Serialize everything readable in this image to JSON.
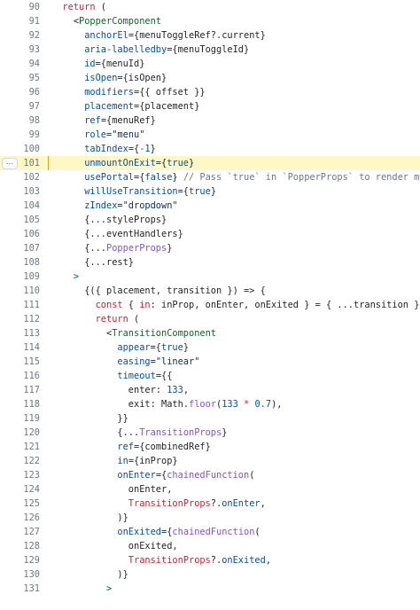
{
  "code_view": {
    "highlighted_line": 101,
    "expander_label": "...",
    "lines": [
      {
        "n": "90",
        "indent": 2,
        "tokens": [
          {
            "t": "return",
            "c": "kw"
          },
          {
            "t": " (",
            "c": "plain"
          }
        ]
      },
      {
        "n": "91",
        "indent": 4,
        "tokens": [
          {
            "t": "<",
            "c": "plain"
          },
          {
            "t": "PopperComponent",
            "c": "tag"
          }
        ]
      },
      {
        "n": "92",
        "indent": 6,
        "tokens": [
          {
            "t": "anchorEl",
            "c": "attr"
          },
          {
            "t": "={menuToggleRef?.current}",
            "c": "plain"
          }
        ]
      },
      {
        "n": "93",
        "indent": 6,
        "tokens": [
          {
            "t": "aria-labelledby",
            "c": "attr"
          },
          {
            "t": "={menuToggleId}",
            "c": "plain"
          }
        ]
      },
      {
        "n": "94",
        "indent": 6,
        "tokens": [
          {
            "t": "id",
            "c": "attr"
          },
          {
            "t": "={menuId}",
            "c": "plain"
          }
        ]
      },
      {
        "n": "95",
        "indent": 6,
        "tokens": [
          {
            "t": "isOpen",
            "c": "attr"
          },
          {
            "t": "={isOpen}",
            "c": "plain"
          }
        ]
      },
      {
        "n": "96",
        "indent": 6,
        "tokens": [
          {
            "t": "modifiers",
            "c": "attr"
          },
          {
            "t": "={{ offset }}",
            "c": "plain"
          }
        ]
      },
      {
        "n": "97",
        "indent": 6,
        "tokens": [
          {
            "t": "placement",
            "c": "attr"
          },
          {
            "t": "={placement}",
            "c": "plain"
          }
        ]
      },
      {
        "n": "98",
        "indent": 6,
        "tokens": [
          {
            "t": "ref",
            "c": "attr"
          },
          {
            "t": "={menuRef}",
            "c": "plain"
          }
        ]
      },
      {
        "n": "99",
        "indent": 6,
        "tokens": [
          {
            "t": "role",
            "c": "attr"
          },
          {
            "t": "=",
            "c": "plain"
          },
          {
            "t": "\"menu\"",
            "c": "str"
          }
        ]
      },
      {
        "n": "100",
        "indent": 6,
        "tokens": [
          {
            "t": "tabIndex",
            "c": "attr"
          },
          {
            "t": "={",
            "c": "plain"
          },
          {
            "t": "-1",
            "c": "num"
          },
          {
            "t": "}",
            "c": "plain"
          }
        ]
      },
      {
        "n": "101",
        "indent": 6,
        "tokens": [
          {
            "t": "unmountOnExit",
            "c": "attr"
          },
          {
            "t": "={",
            "c": "plain"
          },
          {
            "t": "true",
            "c": "num"
          },
          {
            "t": "}",
            "c": "plain"
          }
        ]
      },
      {
        "n": "102",
        "indent": 6,
        "tokens": [
          {
            "t": "usePortal",
            "c": "attr"
          },
          {
            "t": "={",
            "c": "plain"
          },
          {
            "t": "false",
            "c": "num"
          },
          {
            "t": "} ",
            "c": "plain"
          },
          {
            "t": "// Pass `true` in `PopperProps` to render menu",
            "c": "com"
          }
        ]
      },
      {
        "n": "103",
        "indent": 6,
        "tokens": [
          {
            "t": "willUseTransition",
            "c": "attr"
          },
          {
            "t": "={",
            "c": "plain"
          },
          {
            "t": "true",
            "c": "num"
          },
          {
            "t": "}",
            "c": "plain"
          }
        ]
      },
      {
        "n": "104",
        "indent": 6,
        "tokens": [
          {
            "t": "zIndex",
            "c": "attr"
          },
          {
            "t": "=",
            "c": "plain"
          },
          {
            "t": "\"dropdown\"",
            "c": "str"
          }
        ]
      },
      {
        "n": "105",
        "indent": 6,
        "tokens": [
          {
            "t": "{...styleProps}",
            "c": "plain"
          }
        ]
      },
      {
        "n": "106",
        "indent": 6,
        "tokens": [
          {
            "t": "{...eventHandlers}",
            "c": "plain"
          }
        ]
      },
      {
        "n": "107",
        "indent": 6,
        "tokens": [
          {
            "t": "{...",
            "c": "plain"
          },
          {
            "t": "PopperProps",
            "c": "comp"
          },
          {
            "t": "}",
            "c": "plain"
          }
        ]
      },
      {
        "n": "108",
        "indent": 6,
        "tokens": [
          {
            "t": "{...rest}",
            "c": "plain"
          }
        ]
      },
      {
        "n": "109",
        "indent": 4,
        "tokens": [
          {
            "t": ">",
            "c": "attr"
          }
        ]
      },
      {
        "n": "110",
        "indent": 6,
        "tokens": [
          {
            "t": "{({ placement, transition }) => {",
            "c": "plain"
          }
        ]
      },
      {
        "n": "111",
        "indent": 8,
        "tokens": [
          {
            "t": "const",
            "c": "kw"
          },
          {
            "t": " { ",
            "c": "plain"
          },
          {
            "t": "in",
            "c": "kw"
          },
          {
            "t": ": inProp, onEnter, onExited } = { ...transition };",
            "c": "plain"
          }
        ]
      },
      {
        "n": "112",
        "indent": 8,
        "tokens": [
          {
            "t": "return",
            "c": "kw"
          },
          {
            "t": " (",
            "c": "plain"
          }
        ]
      },
      {
        "n": "113",
        "indent": 10,
        "tokens": [
          {
            "t": "<",
            "c": "plain"
          },
          {
            "t": "TransitionComponent",
            "c": "tag"
          }
        ]
      },
      {
        "n": "114",
        "indent": 12,
        "tokens": [
          {
            "t": "appear",
            "c": "attr"
          },
          {
            "t": "={",
            "c": "plain"
          },
          {
            "t": "true",
            "c": "num"
          },
          {
            "t": "}",
            "c": "plain"
          }
        ]
      },
      {
        "n": "115",
        "indent": 12,
        "tokens": [
          {
            "t": "easing",
            "c": "attr"
          },
          {
            "t": "=",
            "c": "plain"
          },
          {
            "t": "\"linear\"",
            "c": "str"
          }
        ]
      },
      {
        "n": "116",
        "indent": 12,
        "tokens": [
          {
            "t": "timeout",
            "c": "attr"
          },
          {
            "t": "={{",
            "c": "plain"
          }
        ]
      },
      {
        "n": "117",
        "indent": 14,
        "tokens": [
          {
            "t": "enter",
            "c": "plain"
          },
          {
            "t": ": ",
            "c": "plain"
          },
          {
            "t": "133",
            "c": "num"
          },
          {
            "t": ",",
            "c": "plain"
          }
        ]
      },
      {
        "n": "118",
        "indent": 14,
        "tokens": [
          {
            "t": "exit",
            "c": "plain"
          },
          {
            "t": ": ",
            "c": "plain"
          },
          {
            "t": "Math",
            "c": "plain"
          },
          {
            "t": ".",
            "c": "plain"
          },
          {
            "t": "floor",
            "c": "comp"
          },
          {
            "t": "(",
            "c": "plain"
          },
          {
            "t": "133",
            "c": "num"
          },
          {
            "t": " * ",
            "c": "kw"
          },
          {
            "t": "0.7",
            "c": "num"
          },
          {
            "t": "),",
            "c": "plain"
          }
        ]
      },
      {
        "n": "119",
        "indent": 12,
        "tokens": [
          {
            "t": "}}",
            "c": "plain"
          }
        ]
      },
      {
        "n": "120",
        "indent": 12,
        "tokens": [
          {
            "t": "{...",
            "c": "plain"
          },
          {
            "t": "TransitionProps",
            "c": "comp"
          },
          {
            "t": "}",
            "c": "plain"
          }
        ]
      },
      {
        "n": "121",
        "indent": 12,
        "tokens": [
          {
            "t": "ref",
            "c": "attr"
          },
          {
            "t": "={combinedRef}",
            "c": "plain"
          }
        ]
      },
      {
        "n": "122",
        "indent": 12,
        "tokens": [
          {
            "t": "in",
            "c": "attr"
          },
          {
            "t": "={inProp}",
            "c": "plain"
          }
        ]
      },
      {
        "n": "123",
        "indent": 12,
        "tokens": [
          {
            "t": "onEnter",
            "c": "attr"
          },
          {
            "t": "={",
            "c": "plain"
          },
          {
            "t": "chainedFunction",
            "c": "comp"
          },
          {
            "t": "(",
            "c": "plain"
          }
        ]
      },
      {
        "n": "124",
        "indent": 14,
        "tokens": [
          {
            "t": "onEnter,",
            "c": "plain"
          }
        ]
      },
      {
        "n": "125",
        "indent": 14,
        "tokens": [
          {
            "t": "TransitionProps",
            "c": "kw"
          },
          {
            "t": "?.",
            "c": "plain"
          },
          {
            "t": "onEnter",
            "c": "attr"
          },
          {
            "t": ",",
            "c": "plain"
          }
        ]
      },
      {
        "n": "126",
        "indent": 12,
        "tokens": [
          {
            "t": ")}",
            "c": "plain"
          }
        ]
      },
      {
        "n": "127",
        "indent": 12,
        "tokens": [
          {
            "t": "onExited",
            "c": "attr"
          },
          {
            "t": "={",
            "c": "plain"
          },
          {
            "t": "chainedFunction",
            "c": "comp"
          },
          {
            "t": "(",
            "c": "plain"
          }
        ]
      },
      {
        "n": "128",
        "indent": 14,
        "tokens": [
          {
            "t": "onExited,",
            "c": "plain"
          }
        ]
      },
      {
        "n": "129",
        "indent": 14,
        "tokens": [
          {
            "t": "TransitionProps",
            "c": "kw"
          },
          {
            "t": "?.",
            "c": "plain"
          },
          {
            "t": "onExited",
            "c": "attr"
          },
          {
            "t": ",",
            "c": "plain"
          }
        ]
      },
      {
        "n": "130",
        "indent": 12,
        "tokens": [
          {
            "t": ")}",
            "c": "plain"
          }
        ]
      },
      {
        "n": "131",
        "indent": 10,
        "tokens": [
          {
            "t": ">",
            "c": "attr"
          }
        ]
      }
    ]
  }
}
